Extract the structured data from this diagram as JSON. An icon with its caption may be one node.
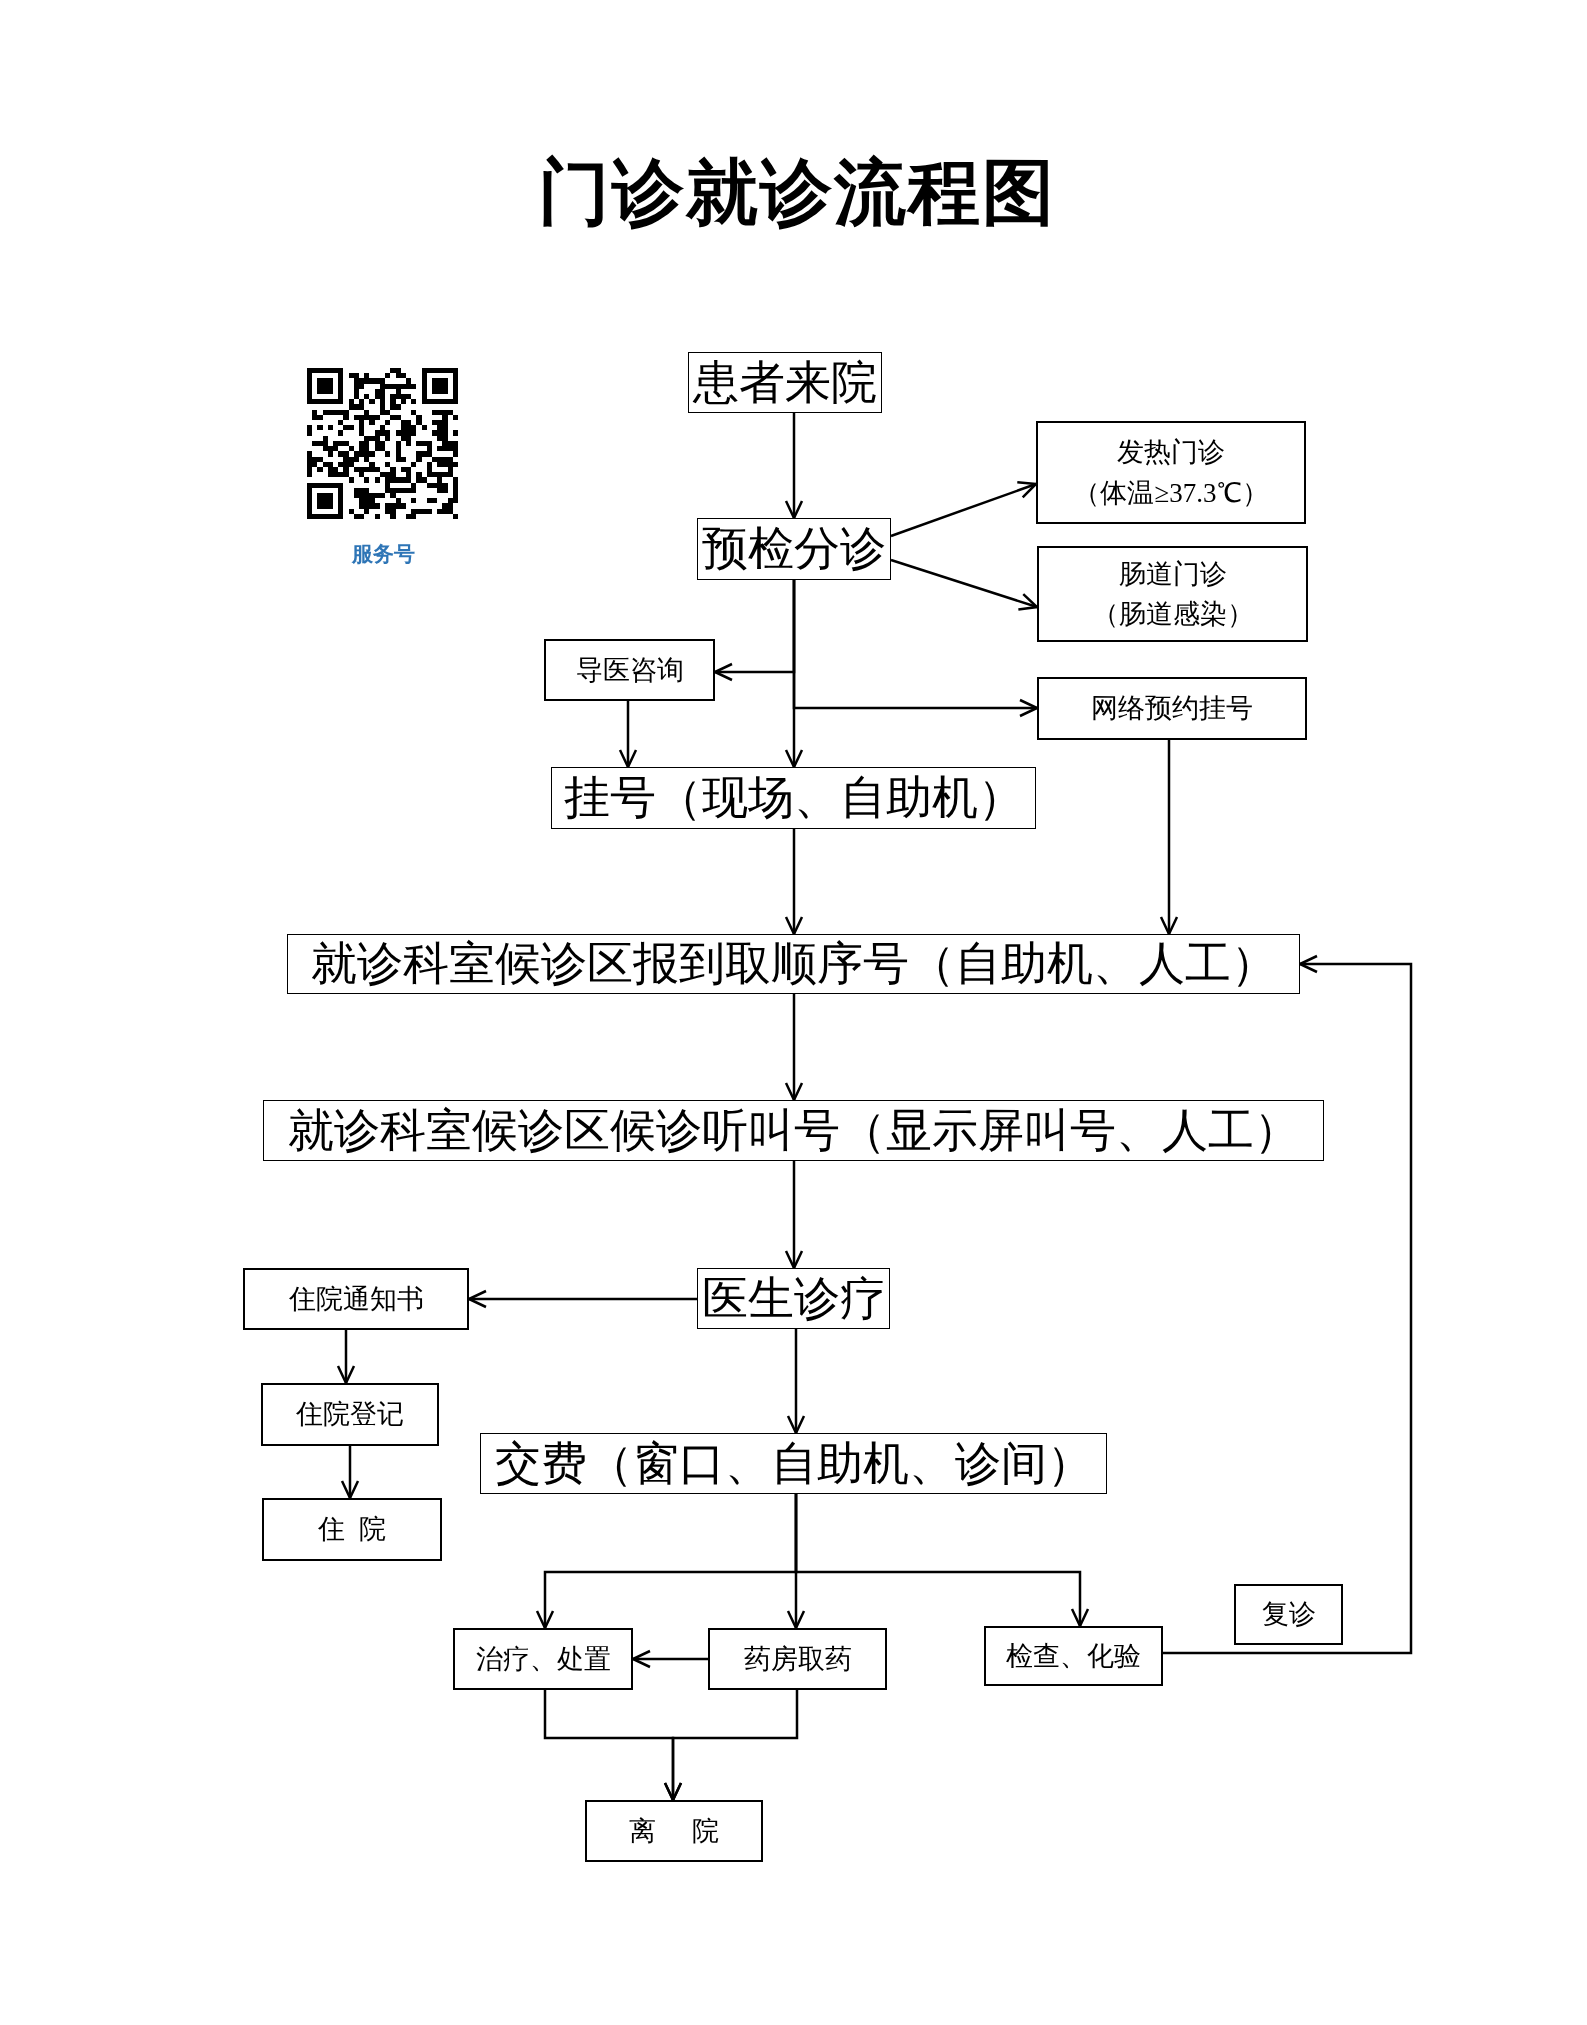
{
  "diagram": {
    "title": "门诊就诊流程图",
    "nodes": [
      {
        "text": [
          "患者来院"
        ]
      },
      {
        "text": [
          "预检分诊"
        ]
      },
      {
        "text": [
          "发热门诊",
          "（体温≥37.3℃）"
        ]
      },
      {
        "text": [
          "肠道门诊",
          "（肠道感染）"
        ]
      },
      {
        "text": [
          "导医咨询"
        ]
      },
      {
        "text": [
          "网络预约挂号"
        ]
      },
      {
        "text": [
          "挂号（现场、自助机）"
        ]
      },
      {
        "text": [
          "就诊科室候诊区报到取顺序号（自助机、人工）"
        ]
      },
      {
        "text": [
          "就诊科室候诊区候诊听叫号（显示屏叫号、人工）"
        ]
      },
      {
        "text": [
          "医生诊疗"
        ]
      },
      {
        "text": [
          "住院通知书"
        ]
      },
      {
        "text": [
          "住院登记"
        ]
      },
      {
        "text": [
          "住 院"
        ]
      },
      {
        "text": [
          "交费（窗口、自助机、诊间）"
        ]
      },
      {
        "text": [
          "治疗、处置"
        ]
      },
      {
        "text": [
          "药房取药"
        ]
      },
      {
        "text": [
          "检查、化验"
        ]
      },
      {
        "text": [
          "复诊"
        ]
      },
      {
        "text": [
          "离 院"
        ]
      }
    ],
    "edges": [
      {
        "from": 0,
        "to": 1,
        "arrow": "to"
      },
      {
        "from": 1,
        "to": 2,
        "arrow": "to"
      },
      {
        "from": 1,
        "to": 3,
        "arrow": "to"
      },
      {
        "from": 1,
        "to": 4,
        "arrow": "to"
      },
      {
        "from": 1,
        "to": 5,
        "arrow": "to"
      },
      {
        "from": 1,
        "to": 6,
        "arrow": "to"
      },
      {
        "from": 4,
        "to": 6,
        "arrow": "to"
      },
      {
        "from": 6,
        "to": 7,
        "arrow": "to"
      },
      {
        "from": 5,
        "to": 7,
        "arrow": "to"
      },
      {
        "from": 7,
        "to": 8,
        "arrow": "to"
      },
      {
        "from": 8,
        "to": 9,
        "arrow": "to"
      },
      {
        "from": 9,
        "to": 10,
        "arrow": "to"
      },
      {
        "from": 10,
        "to": 11,
        "arrow": "to"
      },
      {
        "from": 11,
        "to": 12,
        "arrow": "to"
      },
      {
        "from": 9,
        "to": 13,
        "arrow": "to"
      },
      {
        "from": 13,
        "to": 14,
        "arrow": "to"
      },
      {
        "from": 13,
        "to": 15,
        "arrow": "to"
      },
      {
        "from": 13,
        "to": 16,
        "arrow": "to"
      },
      {
        "from": 15,
        "to": 14,
        "arrow": "to"
      },
      {
        "from": 16,
        "to": 7,
        "arrow": "to"
      },
      {
        "from": 14,
        "to": 18,
        "arrow": "to"
      },
      {
        "from": 15,
        "to": 18,
        "arrow": "to"
      }
    ],
    "labels": [
      "服务号"
    ]
  }
}
